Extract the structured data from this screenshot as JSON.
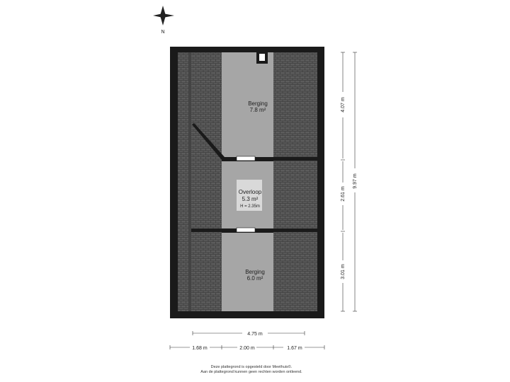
{
  "compass": {
    "north_label": "N"
  },
  "rooms": {
    "top": {
      "name": "Berging",
      "area": "7.8 m²"
    },
    "middle": {
      "name": "Overloop",
      "area": "5.3 m²",
      "height": "H = 2.35m"
    },
    "bottom": {
      "name": "Berging",
      "area": "6.0 m²"
    }
  },
  "dimensions": {
    "total_width": "4.75 m",
    "left_width": "1.68 m",
    "center_width": "2.00 m",
    "right_width": "1.67 m",
    "total_depth": "9.97 m",
    "top_depth": "4.07 m",
    "middle_depth": "2.61 m",
    "bottom_depth": "3.01 m"
  },
  "footer": {
    "line1": "Deze plattegrond is opgesteld door Meethuis©.",
    "line2": "Aan de plattegrond kunnen geen rechten worden ontleend."
  },
  "colors": {
    "wall": "#1a1a1a",
    "roof_tile": "#5c5c5c",
    "floor": "#a6a6a6",
    "stair_block": "#d9d9d9"
  }
}
